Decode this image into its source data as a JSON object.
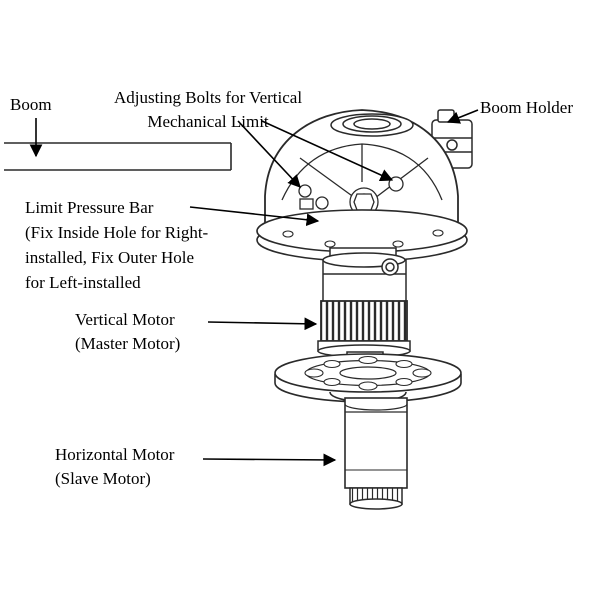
{
  "diagram": {
    "labels": {
      "boom": "Boom",
      "adjusting_bolts": {
        "line1": "Adjusting Bolts for Vertical",
        "line2": "Mechanical Limit"
      },
      "boom_holder": "Boom Holder",
      "limit_pressure_bar": {
        "line1": "Limit Pressure Bar",
        "line2": "(Fix Inside Hole for Right-",
        "line3": "installed, Fix Outer Hole",
        "line4": "for Left-installed"
      },
      "vertical_motor": {
        "line1": "Vertical Motor",
        "line2": "(Master Motor)"
      },
      "horizontal_motor": {
        "line1": "Horizontal Motor",
        "line2": "(Slave Motor)"
      }
    },
    "colors": {
      "line": "#2a2a2a",
      "text": "#000000",
      "background": "#ffffff"
    }
  }
}
